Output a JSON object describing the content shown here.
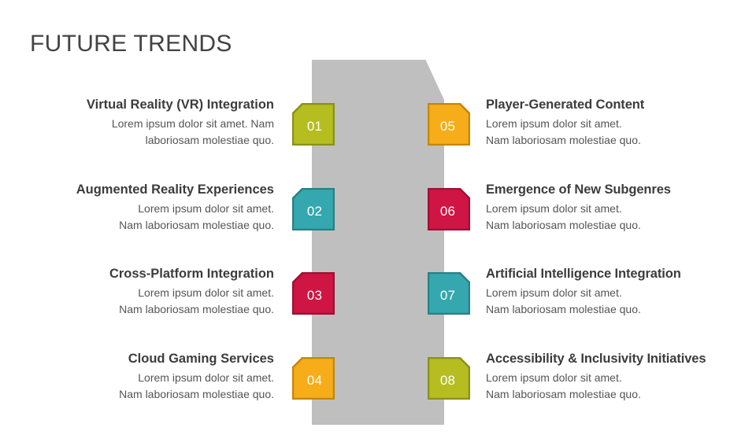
{
  "slide": {
    "title": "FUTURE TRENDS",
    "background_color": "#ffffff",
    "title_color": "#434343",
    "band_color": "#bfbfbf"
  },
  "palette": {
    "olive": "#b5bd21",
    "olive_dark": "#8a9117",
    "teal": "#34a8ae",
    "teal_dark": "#2a8086",
    "crimson": "#cf1543",
    "crimson_dark": "#9e1034",
    "amber": "#f6ad19",
    "amber_dark": "#c4860b"
  },
  "items_left": [
    {
      "number": "01",
      "title": "Virtual Reality (VR) Integration",
      "desc_line1": "Lorem ipsum dolor sit amet. Nam",
      "desc_line2": "laboriosam molestiae quo.",
      "color": "#b5bd21",
      "color_dark": "#8a9117"
    },
    {
      "number": "02",
      "title": "Augmented Reality Experiences",
      "desc_line1": "Lorem ipsum dolor sit amet.",
      "desc_line2": "Nam laboriosam molestiae quo.",
      "color": "#34a8ae",
      "color_dark": "#2a8086"
    },
    {
      "number": "03",
      "title": "Cross-Platform Integration",
      "desc_line1": "Lorem ipsum dolor sit amet.",
      "desc_line2": "Nam laboriosam molestiae quo.",
      "color": "#cf1543",
      "color_dark": "#9e1034"
    },
    {
      "number": "04",
      "title": "Cloud Gaming Services",
      "desc_line1": "Lorem ipsum dolor sit amet.",
      "desc_line2": "Nam laboriosam molestiae quo.",
      "color": "#f6ad19",
      "color_dark": "#c4860b"
    }
  ],
  "items_right": [
    {
      "number": "05",
      "title": "Player-Generated Content",
      "desc_line1": "Lorem ipsum dolor sit amet.",
      "desc_line2": "Nam laboriosam molestiae quo.",
      "color": "#f6ad19",
      "color_dark": "#c4860b"
    },
    {
      "number": "06",
      "title": "Emergence of New Subgenres",
      "desc_line1": "Lorem ipsum dolor sit amet.",
      "desc_line2": "Nam laboriosam molestiae quo.",
      "color": "#cf1543",
      "color_dark": "#9e1034"
    },
    {
      "number": "07",
      "title": "Artificial Intelligence Integration",
      "desc_line1": "Lorem ipsum dolor sit amet.",
      "desc_line2": "Nam laboriosam molestiae quo.",
      "color": "#34a8ae",
      "color_dark": "#2a8086"
    },
    {
      "number": "08",
      "title": "Accessibility & Inclusivity Initiatives",
      "desc_line1": "Lorem ipsum dolor sit amet.",
      "desc_line2": "Nam laboriosam molestiae quo.",
      "color": "#b5bd21",
      "color_dark": "#8a9117"
    }
  ]
}
